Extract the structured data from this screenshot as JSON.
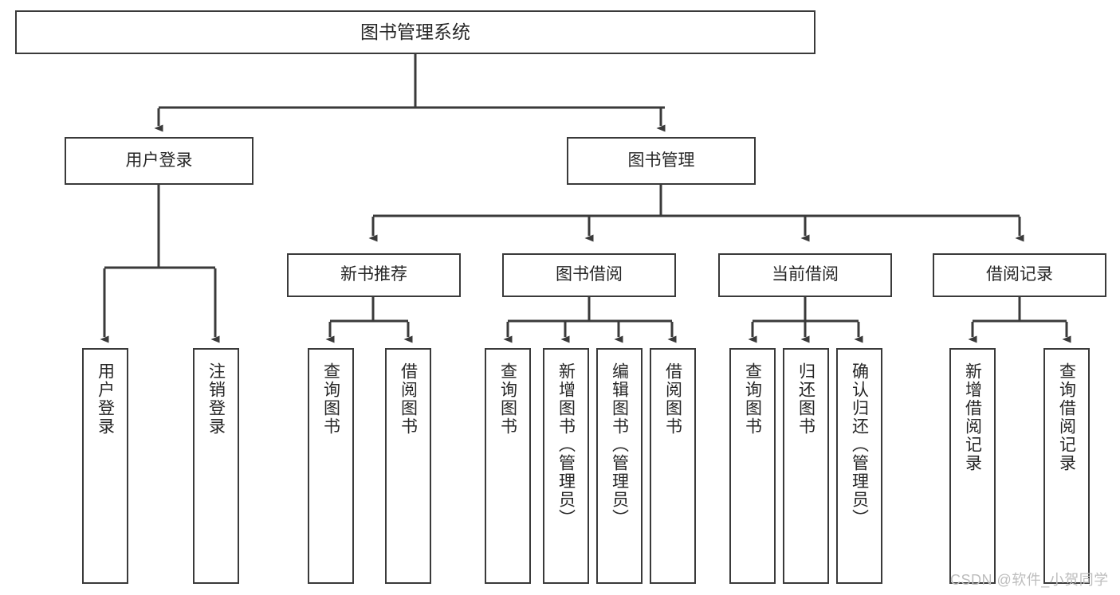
{
  "diagram": {
    "title": "图书管理系统",
    "type": "tree",
    "root": {
      "label": "图书管理系统"
    },
    "level2": [
      {
        "label": "用户登录"
      },
      {
        "label": "图书管理"
      }
    ],
    "level3": [
      {
        "label": "新书推荐"
      },
      {
        "label": "图书借阅"
      },
      {
        "label": "当前借阅"
      },
      {
        "label": "借阅记录"
      }
    ],
    "leaves": {
      "user_login": [
        {
          "label": "用户登录"
        },
        {
          "label": "注销登录"
        }
      ],
      "new_book_recommend": [
        {
          "label": "查询图书"
        },
        {
          "label": "借阅图书"
        }
      ],
      "book_borrow": [
        {
          "label": "查询图书"
        },
        {
          "label": "新增图书（管理员）"
        },
        {
          "label": "编辑图书（管理员）"
        },
        {
          "label": "借阅图书"
        }
      ],
      "current_borrow": [
        {
          "label": "查询图书"
        },
        {
          "label": "归还图书"
        },
        {
          "label": "确认归还（管理员）"
        }
      ],
      "borrow_record": [
        {
          "label": "新增借阅记录"
        },
        {
          "label": "查询借阅记录"
        }
      ]
    }
  },
  "watermark": {
    "text": "CSDN @软件_小贺同学"
  },
  "colors": {
    "stroke": "#3a3a3a",
    "text": "#262626",
    "background": "#ffffff",
    "watermark": "#bdbdbd"
  }
}
